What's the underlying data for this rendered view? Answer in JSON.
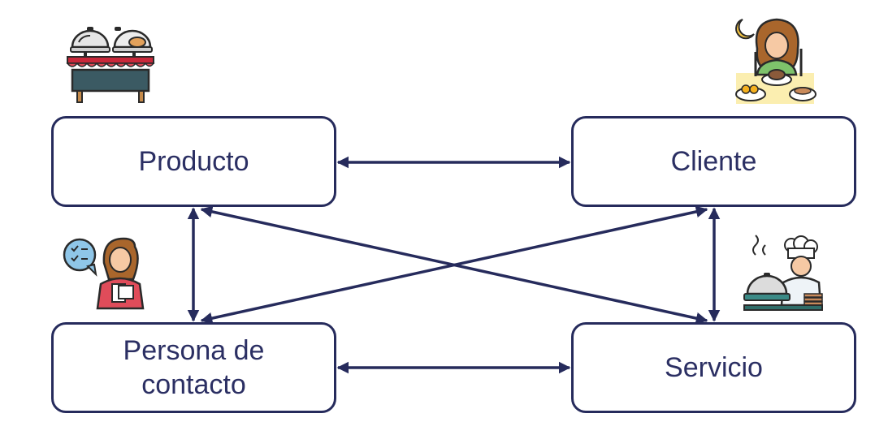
{
  "diagram": {
    "nodes": [
      {
        "id": "producto",
        "label": "Producto",
        "icon": "buffet-food-warmer-icon"
      },
      {
        "id": "cliente",
        "label": "Cliente",
        "icon": "woman-dining-icon"
      },
      {
        "id": "persona",
        "label": "Persona de\ncontacto",
        "icon": "waitress-taking-order-icon"
      },
      {
        "id": "servicio",
        "label": "Servicio",
        "icon": "chef-serving-icon"
      }
    ],
    "edges": [
      {
        "from": "producto",
        "to": "cliente",
        "direction": "both"
      },
      {
        "from": "producto",
        "to": "persona",
        "direction": "both"
      },
      {
        "from": "cliente",
        "to": "servicio",
        "direction": "both"
      },
      {
        "from": "persona",
        "to": "servicio",
        "direction": "both"
      },
      {
        "from": "producto",
        "to": "servicio",
        "direction": "both"
      },
      {
        "from": "cliente",
        "to": "persona",
        "direction": "both"
      }
    ],
    "colors": {
      "line": "#262b5c",
      "text": "#2b2f63"
    }
  }
}
